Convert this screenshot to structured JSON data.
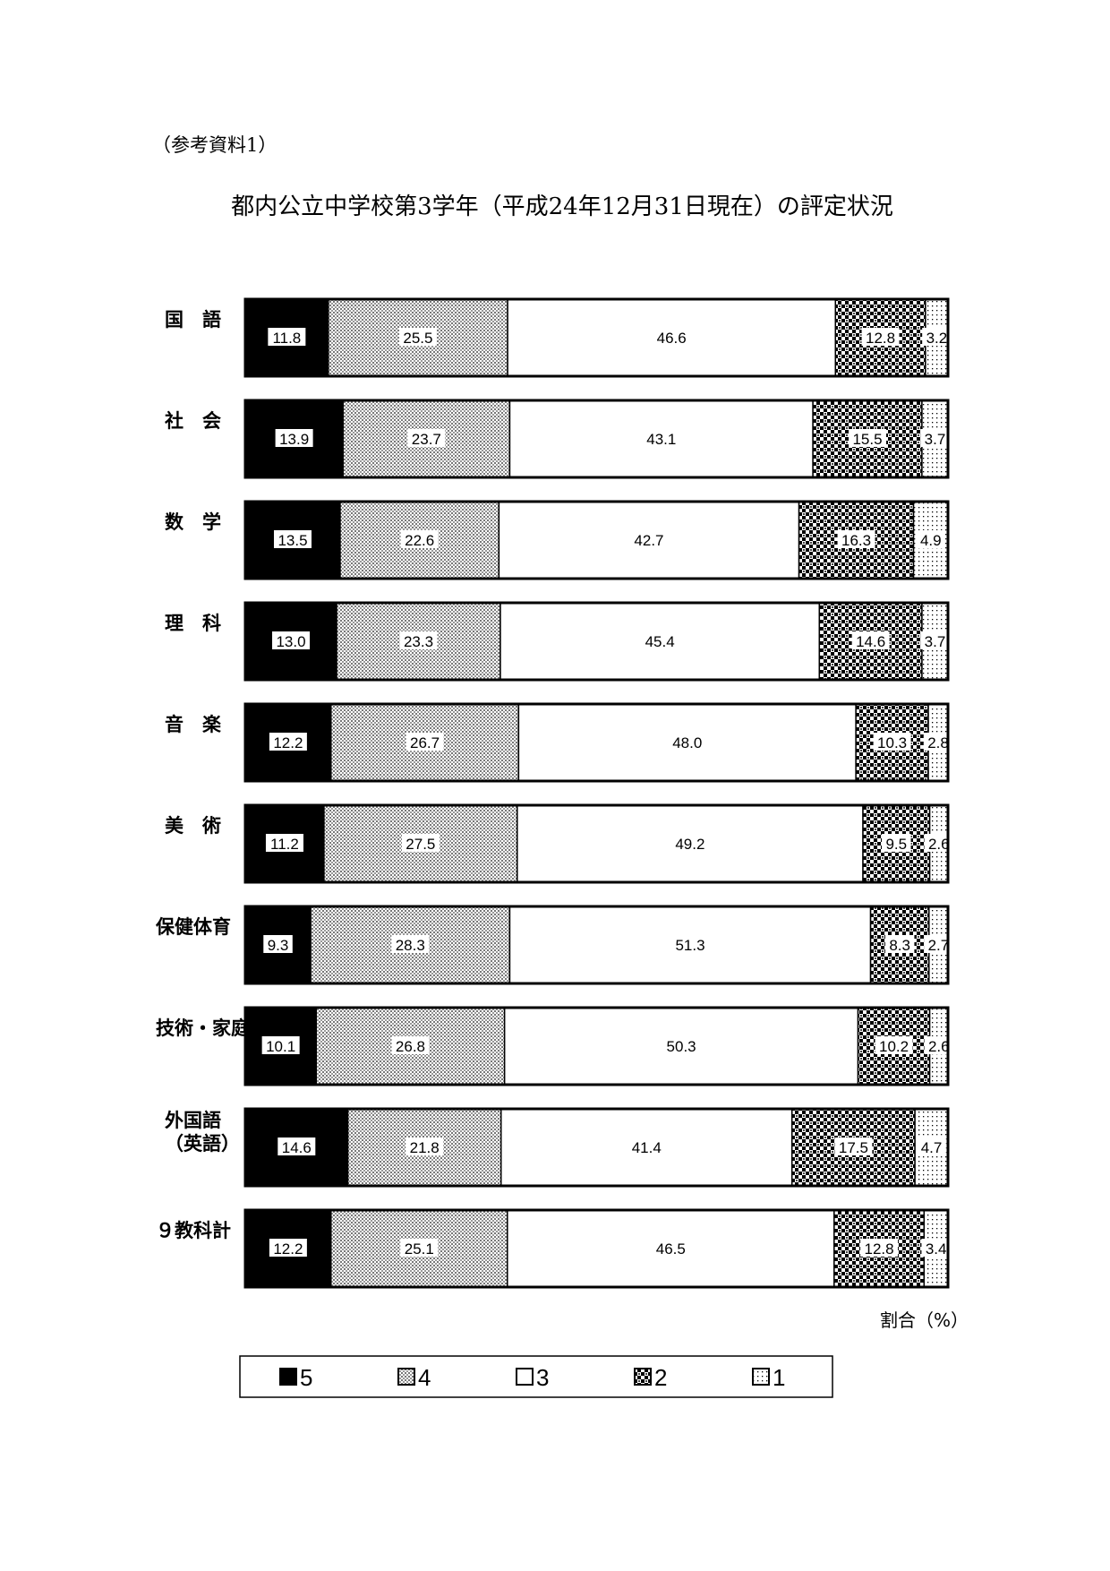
{
  "header": {
    "reference": "（参考資料1）"
  },
  "chart_data": {
    "type": "bar",
    "orientation": "horizontal-stacked-100",
    "title": "都内公立中学校第3学年（平成24年12月31日現在）の評定状況",
    "xlabel": "割合（%）",
    "categories": [
      "国　語",
      "社　会",
      "数　学",
      "理　科",
      "音　楽",
      "美　術",
      "保健体育",
      "技術・家庭",
      "外国語\n（英語）",
      "９教科計"
    ],
    "category_lines": [
      [
        "国　語"
      ],
      [
        "社　会"
      ],
      [
        "数　学"
      ],
      [
        "理　科"
      ],
      [
        "音　楽"
      ],
      [
        "美　術"
      ],
      [
        "保健体育"
      ],
      [
        "技術・家庭"
      ],
      [
        "外国語",
        "（英語）"
      ],
      [
        "９教科計"
      ]
    ],
    "series": [
      {
        "name": "5",
        "values": [
          11.8,
          13.9,
          13.5,
          13.0,
          12.2,
          11.2,
          9.3,
          10.1,
          14.6,
          12.2
        ]
      },
      {
        "name": "4",
        "values": [
          25.5,
          23.7,
          22.6,
          23.3,
          26.7,
          27.5,
          28.3,
          26.8,
          21.8,
          25.1
        ]
      },
      {
        "name": "3",
        "values": [
          46.6,
          43.1,
          42.7,
          45.4,
          48.0,
          49.2,
          51.3,
          50.3,
          41.4,
          46.5
        ]
      },
      {
        "name": "2",
        "values": [
          12.8,
          15.5,
          16.3,
          14.6,
          10.3,
          9.5,
          8.3,
          10.2,
          17.5,
          12.8
        ]
      },
      {
        "name": "1",
        "values": [
          3.2,
          3.7,
          4.9,
          3.7,
          2.8,
          2.6,
          2.7,
          2.6,
          4.7,
          3.4
        ]
      }
    ],
    "value_labels": [
      [
        "11.8",
        "25.5",
        "46.6",
        "12.8",
        "3.2"
      ],
      [
        "13.9",
        "23.7",
        "43.1",
        "15.5",
        "3.7"
      ],
      [
        "13.5",
        "22.6",
        "42.7",
        "16.3",
        "4.9"
      ],
      [
        "13.0",
        "23.3",
        "45.4",
        "14.6",
        "3.7"
      ],
      [
        "12.2",
        "26.7",
        "48.0",
        "10.3",
        "2.8"
      ],
      [
        "11.2",
        "27.5",
        "49.2",
        "9.5",
        "2.6"
      ],
      [
        "9.3",
        "28.3",
        "51.3",
        "8.3",
        "2.7"
      ],
      [
        "10.1",
        "26.8",
        "50.3",
        "10.2",
        "2.6"
      ],
      [
        "14.6",
        "21.8",
        "41.4",
        "17.5",
        "4.7"
      ],
      [
        "12.2",
        "25.1",
        "46.5",
        "12.8",
        "3.4"
      ]
    ],
    "xlim": [
      0,
      100
    ],
    "legend_position": "bottom",
    "grid": false
  }
}
